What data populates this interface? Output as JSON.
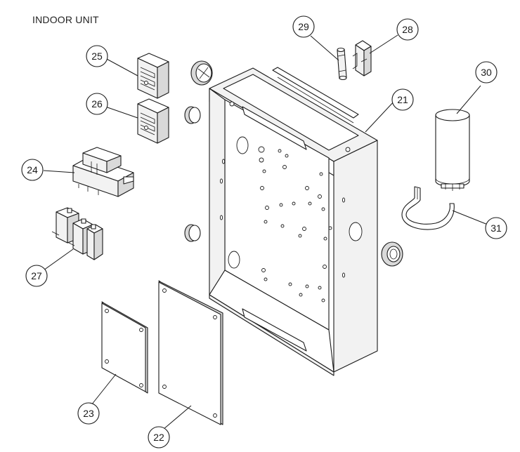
{
  "title": "INDOOR UNIT",
  "callouts": {
    "c21": "21",
    "c22": "22",
    "c23": "23",
    "c24": "24",
    "c25": "25",
    "c26": "26",
    "c27": "27",
    "c28": "28",
    "c29": "29",
    "c30": "30",
    "c31": "31"
  }
}
